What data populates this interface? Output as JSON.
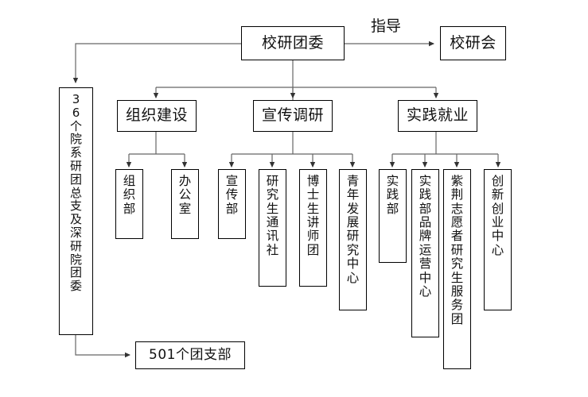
{
  "diagram": {
    "title_node": {
      "label": "校研团委"
    },
    "related_node": {
      "label": "校研会"
    },
    "edge_labels": {
      "guidance": "指导"
    },
    "left_branch": {
      "label": "36个院系研团总支及深研院团委"
    },
    "bottom_node": {
      "label": "501个团支部"
    },
    "departments": [
      {
        "label": "组织建设",
        "children": [
          {
            "label": "组织部"
          },
          {
            "label": "办公室"
          }
        ]
      },
      {
        "label": "宣传调研",
        "children": [
          {
            "label": "宣传部"
          },
          {
            "label": "研究生通讯社"
          },
          {
            "label": "博士生讲师团"
          },
          {
            "label": "青年发展研究中心"
          }
        ]
      },
      {
        "label": "实践就业",
        "children": [
          {
            "label": "实践部"
          },
          {
            "label": "实践部品牌运营中心"
          },
          {
            "label": "紫荆志愿者研究生服务团"
          },
          {
            "label": "创新创业中心"
          }
        ]
      }
    ]
  },
  "colors": {
    "stroke": "#000000",
    "connector": "#5a5a5a",
    "background": "#ffffff",
    "text": "#111111"
  }
}
